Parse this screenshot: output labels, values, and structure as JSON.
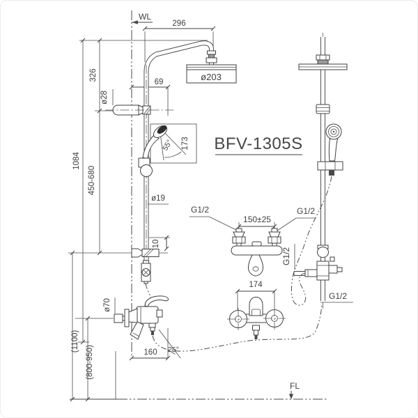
{
  "drawing": {
    "model": "BFV-1305S",
    "wall_line_label": "WL",
    "floor_line_label": "FL",
    "connection_thread": "G1/2",
    "dimensions": {
      "arm_reach": "296",
      "head_diameter": "ø203",
      "wall_to_pipe": "69",
      "bracket_diameter": "ø28",
      "upper_section": "326",
      "column_height": "1084",
      "slider_range": "450-680",
      "handshower_angle": "55°",
      "handshower_length": "173",
      "pipe_diameter": "ø19",
      "union_offset": "10",
      "overall_height": "(1100)",
      "mixer_height_range": "(800-950)",
      "flange_diameter": "ø70",
      "spout_projection": "160",
      "spout_angle": "25°",
      "inlet_spacing": "150±25",
      "mixer_width": "174"
    }
  },
  "colors": {
    "line": "#3f3f3f",
    "background": "#ffffff"
  }
}
